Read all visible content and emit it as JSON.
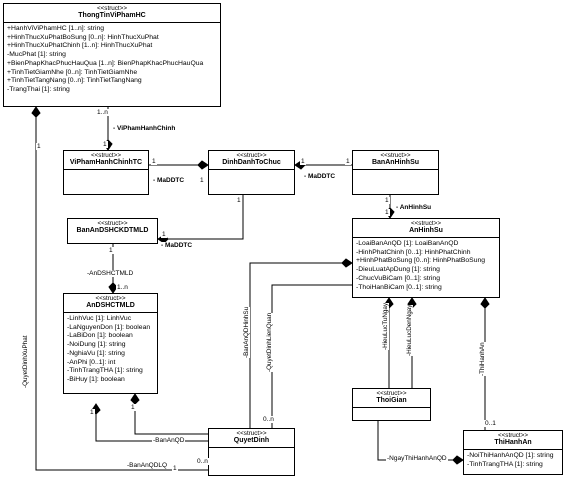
{
  "stereotype": "<<struct>>",
  "classes": {
    "thongtin": {
      "name": "ThongTinViPhamHC",
      "attrs": [
        "+HanhViViPhamHC [1..n]: string",
        "+HinhThucXuPhatBoSung [0..n]: HinhThucXuPhat",
        "+HinhThucXuPhatChinh [1..n]: HinhThucXuPhat",
        "-MucPhat [1]: string",
        "+BienPhapKhacPhucHauQua [1..n]: BienPhapKhacPhucHauQua",
        "+TinhTietGiamNhe [0..n]: TinhTietGiamNhe",
        "+TinhTietTangNang [0..n]: TinhTietTangNang",
        "-TrangThai [1]: string"
      ]
    },
    "viphamtc": {
      "name": "ViPhamHanhChinhTC",
      "attrs": []
    },
    "dinhdanh": {
      "name": "DinhDanhToChuc",
      "attrs": []
    },
    "banan": {
      "name": "BanAnHinhSu",
      "attrs": []
    },
    "bananqd": {
      "name": "BanAnDSHCKDTMLD",
      "attrs": []
    },
    "anhinhsu": {
      "name": "AnHinhSu",
      "attrs": [
        "-LoaiBanAnQD [1]: LoaiBanAnQD",
        "-HinhPhatChinh [0..1]: HinhPhatChinh",
        "+HinhPhatBoSung [0..n]: HinhPhatBoSung",
        "-DieuLuatApDung [1]: string",
        "-ChucVuBiCam [0..1]: string",
        "-ThoiHanBiCam [0..1]: string"
      ]
    },
    "andshc": {
      "name": "AnDSHCTMLD",
      "attrs": [
        "-LinhVuc [1]: LinhVuc",
        "-LaNguyenDon [1]: boolean",
        "-LaBiDon [1]: boolean",
        "-NoiDung [1]: string",
        "-NghiaVu [1]: string",
        "-AnPhi [0..1]: int",
        "-TinhTrangTHA [1]: string",
        "-BiHuy [1]: boolean"
      ]
    },
    "thoigian": {
      "name": "ThoiGian",
      "attrs": []
    },
    "quyetdinh": {
      "name": "QuyetDinh",
      "attrs": []
    },
    "thihanhan": {
      "name": "ThiHanhAn",
      "attrs": [
        "-NoiThiHanhAnQD [1]: string",
        "-TinhTrangTHA [1]: string"
      ]
    }
  },
  "labels": {
    "vipham": "- ViPhamHanhChinh",
    "mult_1n": "1..n",
    "m1": "1",
    "m1b": "1",
    "m1c": "1",
    "m1d": "1",
    "m1e": "1",
    "m1f": "1",
    "m1g": "1",
    "m1h": "1",
    "m1i": "1",
    "m1j": "1",
    "m1k": "1",
    "m1l": "1",
    "m1m": "1",
    "m1n": "1",
    "maddtc1": "- MaDDTC",
    "maddtc2": "- MaDDTC",
    "maddtc3": "- MaDDTC",
    "anhinhsu_role": "- AnHinhSu",
    "andshctmld_role": "-AnDSHCTMLD",
    "mult_1n_b": "1..n",
    "banan_qd": "-BanAnQD",
    "banan_qdlq": "-BanAnQDLQ",
    "m0n": "0..n",
    "m0n_b": "0..n",
    "m01": "0..1",
    "ngaythihanh": "-NgayThiHanhAnQD",
    "quyetdinh_xuphat": "-QuyetDinhXuPhat",
    "banan_qdhinhsu": "-BanAnQDHinhSu",
    "quyetdinh_lienquan": "-QuyetDinhLienQuan",
    "hieuluc_tungay": "-HieuLucTuNgay",
    "hieuluc_denngay": "-HieuLucDenNgay",
    "thihanan": "-ThiHanhAn"
  }
}
